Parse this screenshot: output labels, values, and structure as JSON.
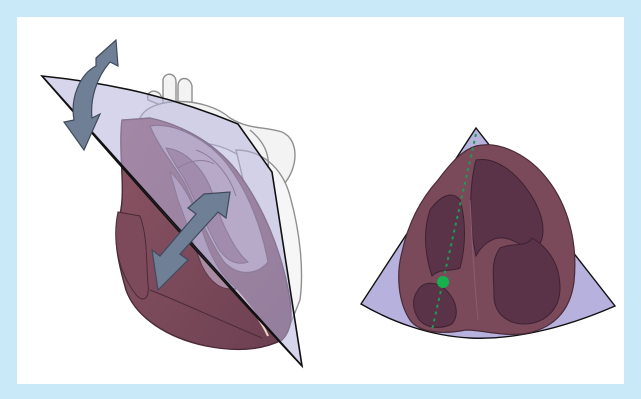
{
  "figure": {
    "panels": [
      {
        "id": "heart-3d-with-imaging-plane",
        "elements": [
          "heart-illustration",
          "imaging-plane",
          "rotation-arrow",
          "tilt-arrow"
        ]
      },
      {
        "id": "apical-four-chamber-sector-view",
        "elements": [
          "ultrasound-sector",
          "heart-cross-section",
          "scan-line",
          "marker-dot"
        ]
      }
    ],
    "colors": {
      "frame": "#c9e9f8",
      "panel": "#ffffff",
      "myocardium": "#7a4a5b",
      "chamber": "#5a3348",
      "plane": "#b7b2dd",
      "arrow": "#6f7f95",
      "vessel_outline": "#8f8f8f",
      "marker": "#16b04c",
      "scan_line": "#1d9a55"
    }
  }
}
